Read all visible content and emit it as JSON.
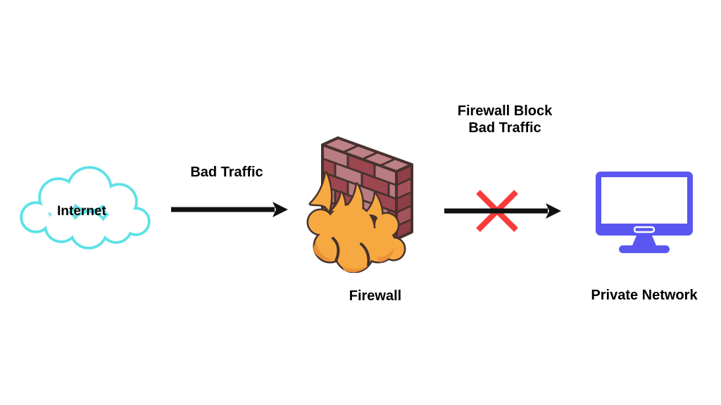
{
  "diagram": {
    "internet": {
      "label": "Internet",
      "icon": "cloud-icon"
    },
    "bad_traffic_flow": {
      "label": "Bad Traffic",
      "icon": "arrow-right-icon"
    },
    "firewall": {
      "label": "Firewall",
      "icon": "brick-wall-flame-icon"
    },
    "blocked_flow": {
      "line1": "Firewall Block",
      "line2": "Bad Traffic",
      "icon": "red-x-icon"
    },
    "private_network": {
      "label": "Private Network",
      "icon": "monitor-icon"
    },
    "colors": {
      "cloud_outline": "#5CE1E6",
      "monitor_blue": "#5A57F0",
      "block_x_red": "#F93B3B",
      "flame_orange": "#F7A941",
      "flame_shade": "#EC9138",
      "brick_dark": "#9C464D",
      "brick_light": "#B97C80",
      "brick_top": "#BE8186",
      "brick_side_dark": "#8E3E45",
      "brick_side_light": "#A5535A",
      "outline_brown": "#46322E",
      "arrow_black": "#111111",
      "text_black": "#000000"
    }
  }
}
